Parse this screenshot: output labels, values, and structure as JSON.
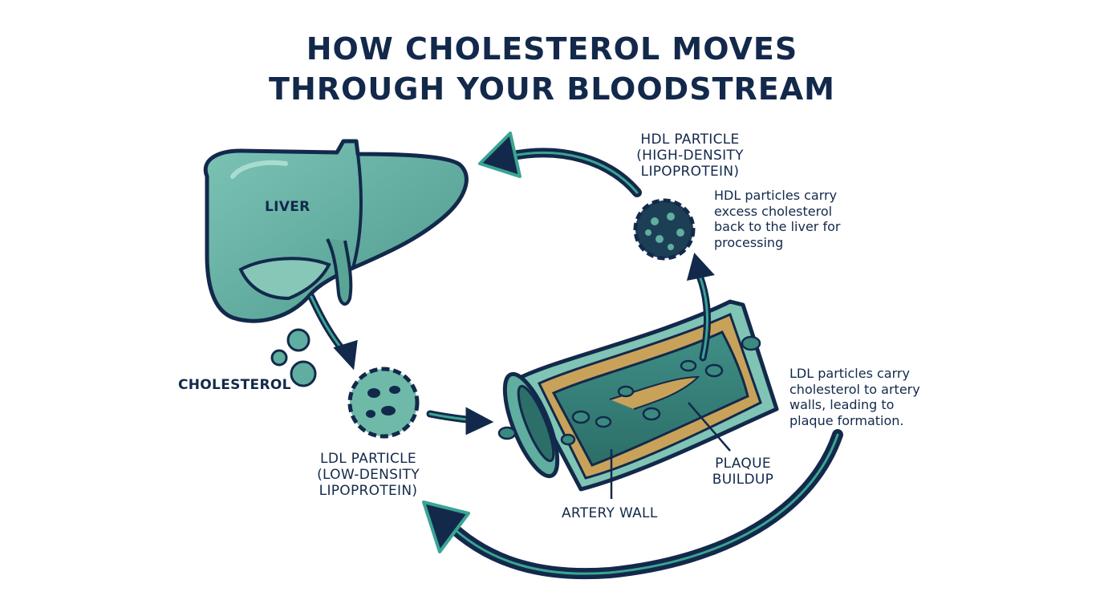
{
  "title": {
    "line1": "HOW CHOLESTEROL MOVES",
    "line2": "THROUGH YOUR BLOODSTREAM"
  },
  "labels": {
    "liver": "LIVER",
    "cholesterol": "CHOLESTEROL",
    "ldl": [
      "LDL PARTICLE",
      "(LOW-DENSITY",
      "LIPOPROTEIN)"
    ],
    "hdl": [
      "HDL PARTICLE",
      "(HIGH-DENSITY",
      "LIPOPROTEIN)"
    ],
    "artery_wall": "ARTERY WALL",
    "plaque": [
      "PLAQUE",
      "BUILDUP"
    ]
  },
  "descriptions": {
    "hdl": [
      "HDL particles carry",
      "excess cholesterol",
      "back to the liver for",
      "processing"
    ],
    "ldl": [
      "LDL particles carry",
      "cholesterol to artery",
      "walls, leading to",
      "plaque formation."
    ]
  },
  "colors": {
    "navy": "#13294b",
    "teal": "#3aa593",
    "liver": "#5fae9f",
    "liver_dark": "#3b8a80",
    "plaque": "#c9a25a",
    "vessel": "#2f7d74"
  }
}
